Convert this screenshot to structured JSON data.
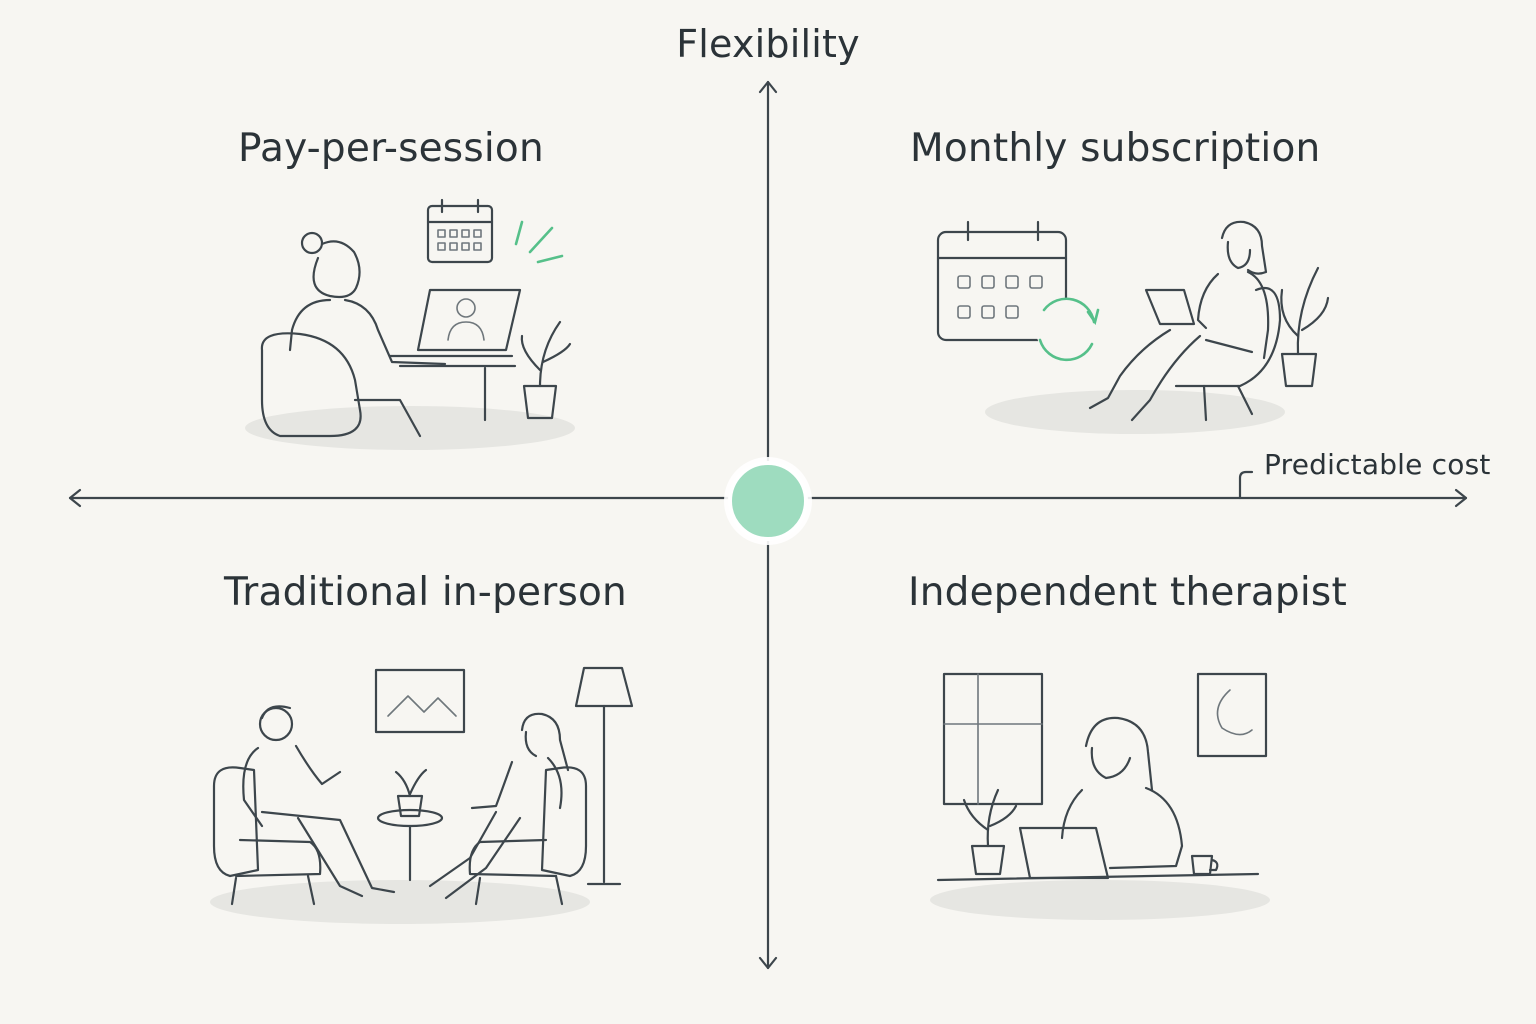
{
  "axes": {
    "vertical_label": "Flexibility",
    "horizontal_label": "Predictable cost",
    "center_color": "#9edcbf",
    "accent_color": "#56c08a",
    "line_color": "#3d464c"
  },
  "quadrants": {
    "top_left": {
      "title": "Pay-per-session",
      "illustration": "person-video-call-illustration"
    },
    "top_right": {
      "title": "Monthly subscription",
      "illustration": "person-laptop-calendar-illustration"
    },
    "bottom_left": {
      "title": "Traditional in-person",
      "illustration": "therapy-room-illustration"
    },
    "bottom_right": {
      "title": "Independent therapist",
      "illustration": "therapist-desk-illustration"
    }
  }
}
